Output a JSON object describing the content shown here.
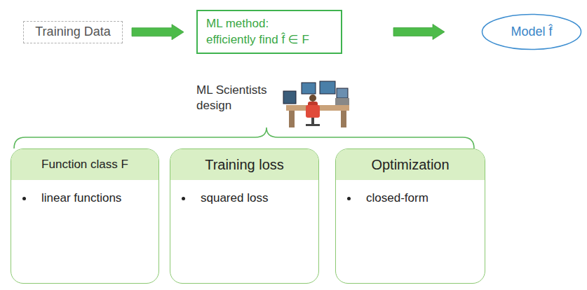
{
  "diagram": {
    "nodes": [
      {
        "text": [
          "Training Data"
        ]
      },
      {
        "text": [
          "ML method: efficiently find f̂ ∈ F"
        ]
      },
      {
        "text": [
          "Model f̂"
        ]
      },
      {
        "text": [
          "Function class F",
          "linear functions"
        ]
      },
      {
        "text": [
          "Training loss",
          "squared loss"
        ]
      },
      {
        "text": [
          "Optimization",
          "closed-form"
        ]
      }
    ],
    "edges": [
      {
        "from": 0,
        "to": 1,
        "arrow": "to"
      },
      {
        "from": 1,
        "to": 2,
        "arrow": "to"
      }
    ],
    "labels": [
      "ML Scientists design"
    ]
  }
}
